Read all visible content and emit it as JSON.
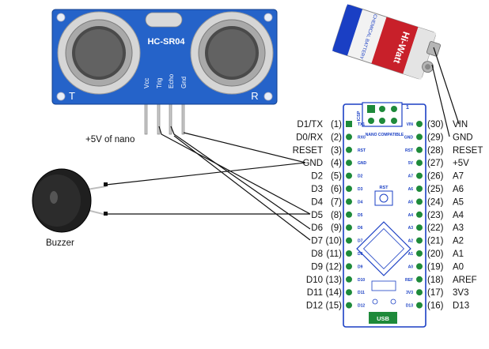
{
  "sensor": {
    "model": "HC-SR04",
    "pins": [
      "Vcc",
      "Trig",
      "Echo",
      "Gnd"
    ],
    "corner_left": "T",
    "corner_right": "R"
  },
  "labels": {
    "vcc_note": "+5V of nano",
    "buzzer": "Buzzer"
  },
  "battery": {
    "brand": "Hi-Watt",
    "side_text": "CHEMICAL BATTERY"
  },
  "nano": {
    "badge": "NANO COMPATIBLE",
    "usb": "USB",
    "icsp": "ICSP",
    "header_num": "1",
    "rst_label": "RST",
    "left_pins": [
      {
        "name": "D1/TX",
        "num": "(1)"
      },
      {
        "name": "D0/RX",
        "num": "(2)"
      },
      {
        "name": "RESET",
        "num": "(3)"
      },
      {
        "name": "GND",
        "num": "(4)"
      },
      {
        "name": "D2",
        "num": "(5)"
      },
      {
        "name": "D3",
        "num": "(6)"
      },
      {
        "name": "D4",
        "num": "(7)"
      },
      {
        "name": "D5",
        "num": "(8)"
      },
      {
        "name": "D6",
        "num": "(9)"
      },
      {
        "name": "D7",
        "num": "(10)"
      },
      {
        "name": "D8",
        "num": "(11)"
      },
      {
        "name": "D9",
        "num": "(12)"
      },
      {
        "name": "D10",
        "num": "(13)"
      },
      {
        "name": "D11",
        "num": "(14)"
      },
      {
        "name": "D12",
        "num": "(15)"
      }
    ],
    "right_pins": [
      {
        "num": "(30)",
        "name": "VIN"
      },
      {
        "num": "(29)",
        "name": "GND"
      },
      {
        "num": "(28)",
        "name": "RESET"
      },
      {
        "num": "(27)",
        "name": "+5V"
      },
      {
        "num": "(26)",
        "name": "A7"
      },
      {
        "num": "(25)",
        "name": "A6"
      },
      {
        "num": "(24)",
        "name": "A5"
      },
      {
        "num": "(23)",
        "name": "A4"
      },
      {
        "num": "(22)",
        "name": "A3"
      },
      {
        "num": "(21)",
        "name": "A2"
      },
      {
        "num": "(20)",
        "name": "A1"
      },
      {
        "num": "(19)",
        "name": "A0"
      },
      {
        "num": "(18)",
        "name": "AREF"
      },
      {
        "num": "(17)",
        "name": "3V3"
      },
      {
        "num": "(16)",
        "name": "D13"
      }
    ],
    "left_silk": [
      "TX1",
      "RX0",
      "RST",
      "GND",
      "D2",
      "D3",
      "D4",
      "D5",
      "D6",
      "D7",
      "D8",
      "D9",
      "D10",
      "D11",
      "D12"
    ],
    "right_silk": [
      "VIN",
      "GND",
      "RST",
      "5V",
      "A7",
      "A6",
      "A5",
      "A4",
      "A3",
      "A2",
      "A1",
      "A0",
      "REF",
      "3V3",
      "D13"
    ]
  },
  "colors": {
    "sensor_board": "#2563c9",
    "nano_board_outline": "#1a3fc4",
    "usb_green": "#1e8a3a",
    "battery_red": "#c8202a"
  }
}
